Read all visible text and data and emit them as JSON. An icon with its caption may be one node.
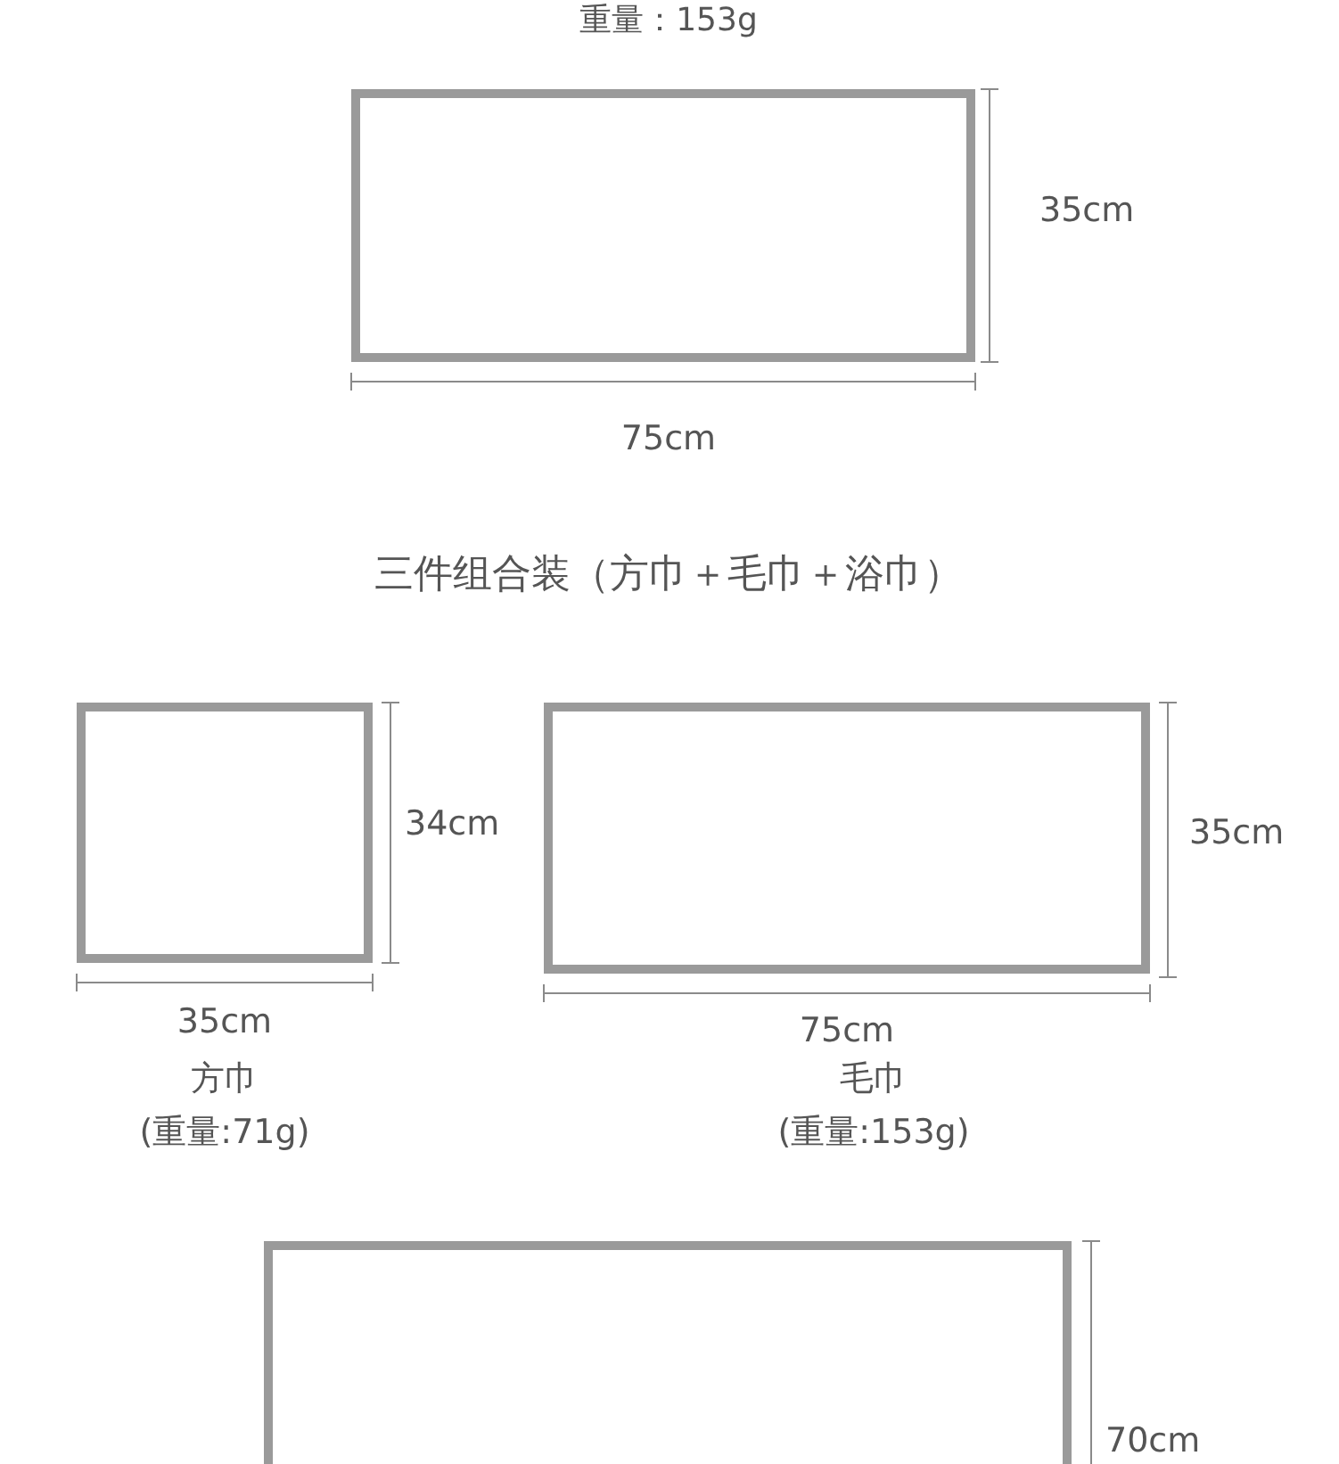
{
  "diagram": {
    "nodes": [
      {
        "text": [],
        "shape": "box"
      },
      {
        "text": [],
        "shape": "box",
        "beside": [
          "方巾",
          "(重量:71g)"
        ]
      },
      {
        "text": [],
        "shape": "box",
        "beside": [
          "毛巾",
          "(重量:153g)"
        ]
      },
      {
        "text": [],
        "shape": "box"
      }
    ],
    "labels": [
      "重量：153g",
      "35cm",
      "75cm",
      "三件组合装（方巾＋毛巾＋浴巾）",
      "34cm",
      "35cm",
      "35cm",
      "75cm",
      "70cm"
    ]
  }
}
